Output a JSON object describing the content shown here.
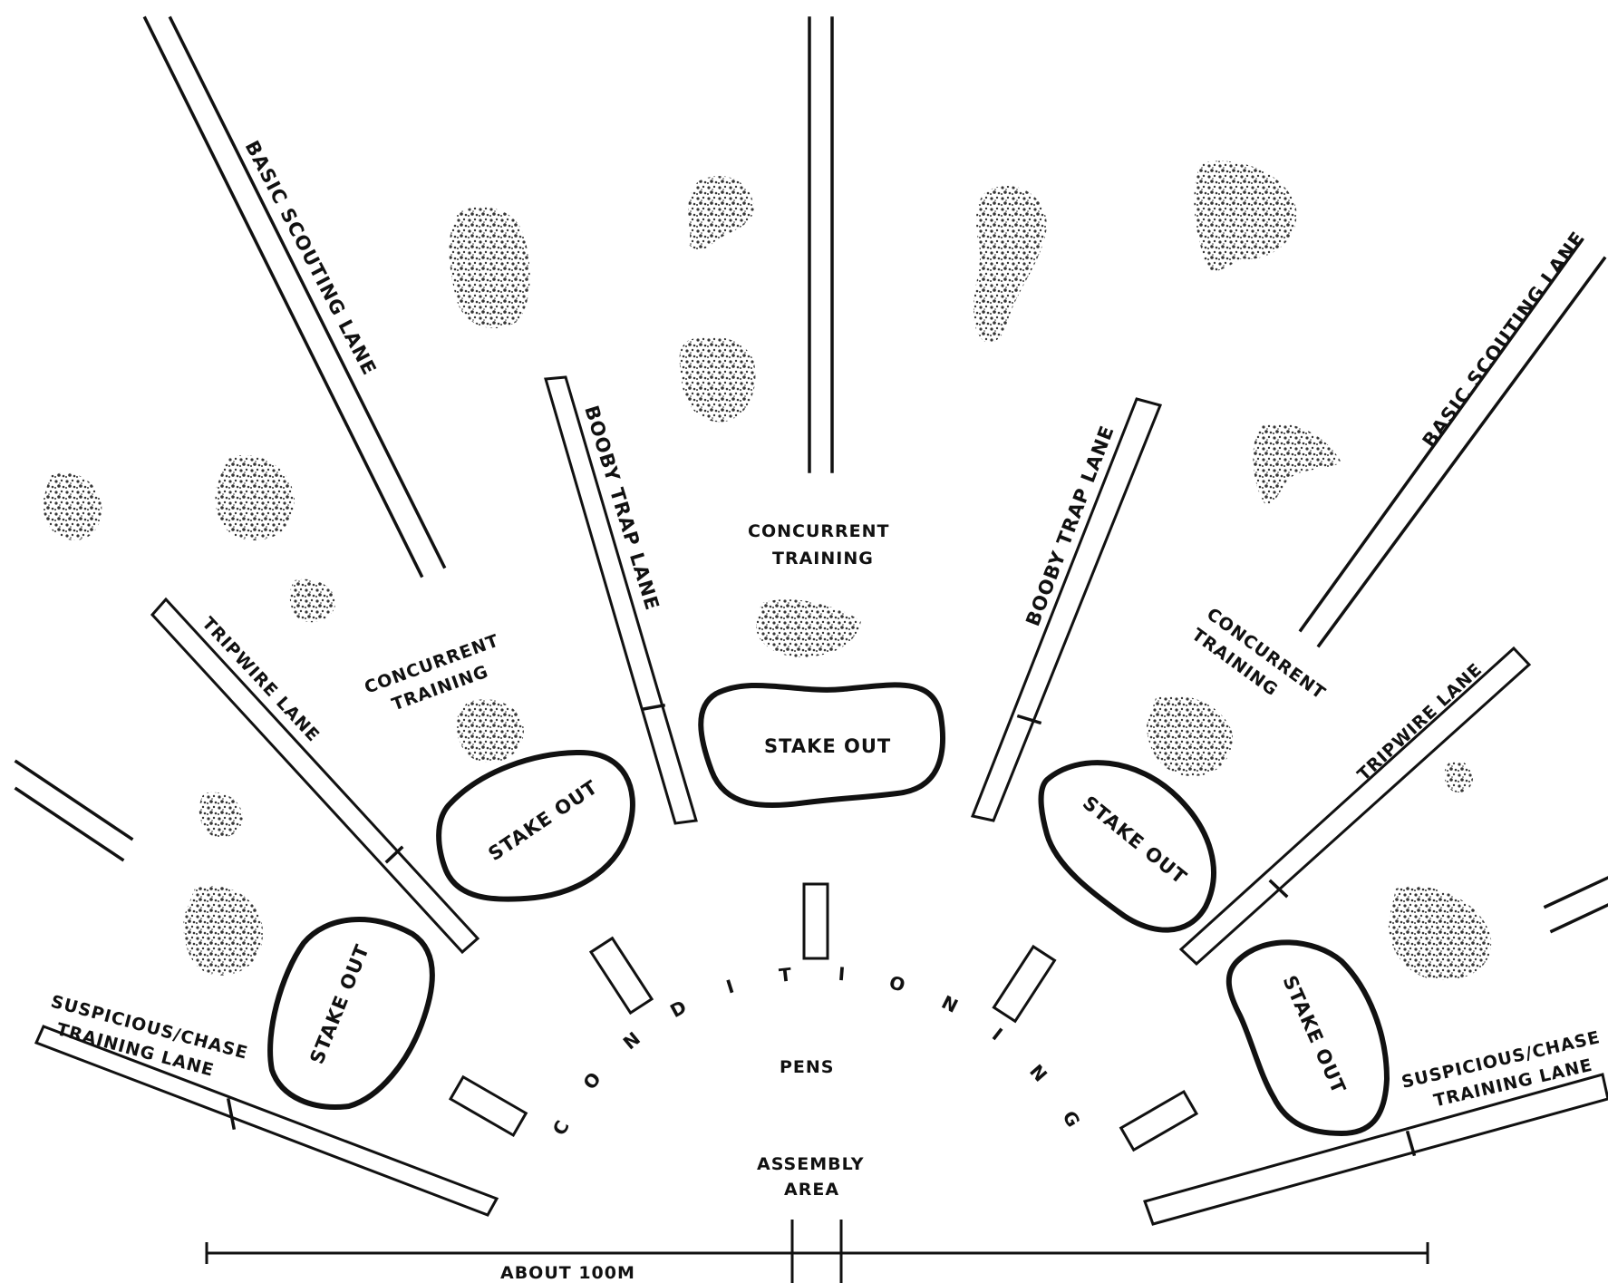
{
  "labels": {
    "basic_scouting_lane_left": "BASIC SCOUTING LANE",
    "basic_scouting_lane_right": "BASIC SCOUTING LANE",
    "booby_trap_lane_left": "BOOBY TRAP LANE",
    "booby_trap_lane_right": "BOOBY TRAP LANE",
    "tripwire_lane_left": "TRIPWIRE LANE",
    "tripwire_lane_right": "TRIPWIRE LANE",
    "concurrent_training_left": [
      "CONCURRENT",
      "TRAINING"
    ],
    "concurrent_training_center": [
      "CONCURRENT",
      "TRAINING"
    ],
    "concurrent_training_right": [
      "CONCURRENT",
      "TRAINING"
    ],
    "stake_out_1": "STAKE OUT",
    "stake_out_2": "STAKE OUT",
    "stake_out_3": "STAKE OUT",
    "stake_out_4": "STAKE OUT",
    "stake_out_5": "STAKE OUT",
    "suspicious_chase_left": [
      "SUSPICIOUS/CHASE",
      "TRAINING LANE"
    ],
    "suspicious_chase_right": [
      "SUSPICIOUS/CHASE",
      "TRAINING LANE"
    ],
    "conditioning": "CONDITIONING",
    "pens": "PENS",
    "assembly_area": [
      "ASSEMBLY",
      "AREA"
    ],
    "scale": "ABOUT 100M"
  },
  "colors": {
    "ink": "#111111",
    "paper": "#ffffff"
  }
}
